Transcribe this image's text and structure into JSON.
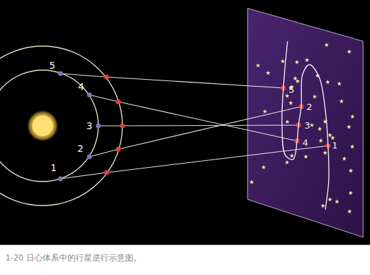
{
  "diagram": {
    "caption": "1-20 日心体系中的行星逆行示意图。",
    "labels": [
      "5",
      "4",
      "3",
      "2",
      "1",
      "5",
      "2",
      "3",
      "4",
      "1"
    ]
  }
}
